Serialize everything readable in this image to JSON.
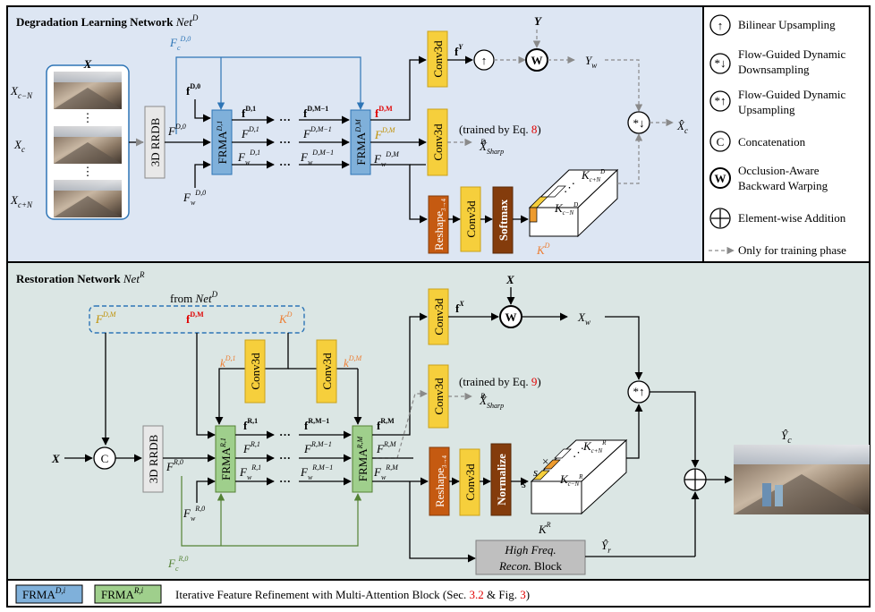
{
  "panels": {
    "degradation_title": "Degradation Learning Network",
    "degradation_title_sym": "Net",
    "degradation_title_sup": "D",
    "restoration_title": "Restoration Network",
    "restoration_title_sym": "Net",
    "restoration_title_sup": "R"
  },
  "legend_right": [
    {
      "icon": "↑",
      "text": "Bilinear Upsampling"
    },
    {
      "icon": "*↓",
      "text": "Flow-Guided Dynamic Downsampling"
    },
    {
      "icon": "*↑",
      "text": "Flow-Guided Dynamic Upsampling"
    },
    {
      "icon": "C",
      "text": "Concatenation"
    },
    {
      "icon": "W",
      "text": "Occlusion-Aware Backward Warping"
    },
    {
      "icon": "+",
      "text": "Element-wise Addition"
    },
    {
      "icon": "dashed-arrow",
      "text": "Only for training phase"
    }
  ],
  "legend_bottom": {
    "frma_d": "FRMA",
    "frma_d_sup": "D,i",
    "frma_r": "FRMA",
    "frma_r_sup": "R,i",
    "desc_prefix": "Iterative Feature Refinement with Multi-Attention Block (Sec. ",
    "sec_ref": "3.2",
    "desc_mid": " & Fig. ",
    "fig_ref": "3",
    "desc_suffix": ")"
  },
  "degradation": {
    "input_group": "X",
    "frame_labels": [
      "X_{c−N}",
      "X_c",
      "X_{c+N}"
    ],
    "dots": [
      "⋮",
      "⋮"
    ],
    "rrdb": "3D RRDB",
    "fc": "F_c^{D,0}",
    "f0": "f^{D,0}",
    "F0": "F^{D,0}",
    "Fw0": "F_w^{D,0}",
    "frma1": "FRMA^{D,1}",
    "frmaM": "FRMA^{D,M}",
    "f1": "f^{D,1}",
    "F1": "F^{D,1}",
    "Fw1": "F_w^{D,1}",
    "fM1": "f^{D,M−1}",
    "FM1": "F^{D,M−1}",
    "FwM1": "F_w^{D,M−1}",
    "fM": "f^{D,M}",
    "FM": "F^{D,M}",
    "FwM": "F_w^{D,M}",
    "ellipsis": "···",
    "conv3d": "Conv3d",
    "fY": "f^Y",
    "Y": "Y",
    "Yw": "Y_w",
    "trained": "(trained by Eq. ",
    "eq": "8",
    "trained_end": ")",
    "xsharp": "X̂^D_Sharp",
    "reshape": "Reshape_{3→4}",
    "softmax": "Softmax",
    "kernel": "K^D",
    "k_cN_plus": "K^D_{c+N}",
    "k_cN_minus": "K^D_{c−N}",
    "xc_hat": "X̂_c"
  },
  "restoration": {
    "from_net": "from Net^D",
    "FDM": "F^{D,M}",
    "fDM": "f^{D,M}",
    "KD": "K^D",
    "X": "X",
    "C": "C",
    "rrdb": "3D RRDB",
    "kD1": "k^{D,1}",
    "kDM": "k^{D,M}",
    "conv3d": "Conv3d",
    "frma1": "FRMA^{R,1}",
    "frmaM": "FRMA^{R,M}",
    "f1": "f^{R,1}",
    "F1": "F^{R,1}",
    "Fw1": "F_w^{R,1}",
    "fM1": "f^{R,M−1}",
    "FM1": "F^{R,M−1}",
    "FwM1": "F_w^{R,M−1}",
    "fM": "f^{R,M}",
    "FM": "F^{R,M}",
    "FwM": "F_w^{R,M}",
    "F0": "F^{R,0}",
    "Fw0": "F_w^{R,0}",
    "Fc0": "F_c^{R,0}",
    "fX": "f^X",
    "Xtop": "X",
    "Xw": "X_w",
    "trained": "(trained by Eq. ",
    "eq": "9",
    "trained_end": ")",
    "xsharp": "X̂^R_Sharp",
    "reshape": "Reshape_{3→4}",
    "normalize": "Normalize",
    "kernel": "K^R",
    "k_cN_plus": "K^R_{c+N}",
    "k_cN_minus": "K^R_{c−N}",
    "s_label": "s×s",
    "hf_line1": "High Freq.",
    "hf_line2": "Recon. Block",
    "yr": "Ŷ_r",
    "yc": "Ŷ_c",
    "ellipsis": "···"
  },
  "colors": {
    "deg_bg": "#dde6f3",
    "res_bg": "#dbe6e4",
    "frma_d": "#7fb0da",
    "frma_r": "#9fcf8c",
    "conv": "#f6cf3c",
    "conv_border": "#c9a21b",
    "reshape": "#c55a11",
    "softmax": "#843c0c",
    "rrdb": "#e8e8e8",
    "hf": "#bfbfbf",
    "blue_line": "#2e75b6",
    "green_line": "#548235",
    "red": "#e00000",
    "gold": "#bf8f00",
    "orange": "#ed7d31",
    "ref_red": "#e00000"
  }
}
